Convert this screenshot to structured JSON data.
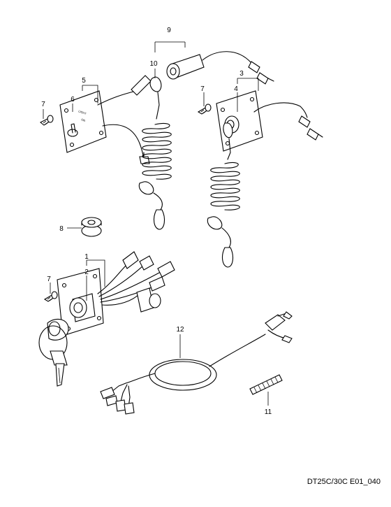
{
  "diagram_code": "DT25C/30C E01_040",
  "callouts": {
    "c1": "1",
    "c2": "2",
    "c3": "3",
    "c4": "4",
    "c5": "5",
    "c6": "6",
    "c7a": "7",
    "c7b": "7",
    "c7c": "7",
    "c8": "8",
    "c9": "9",
    "c10": "10",
    "c11": "11",
    "c12": "12"
  },
  "panel_lettering": {
    "light": "LIGHT",
    "on": "ON"
  }
}
